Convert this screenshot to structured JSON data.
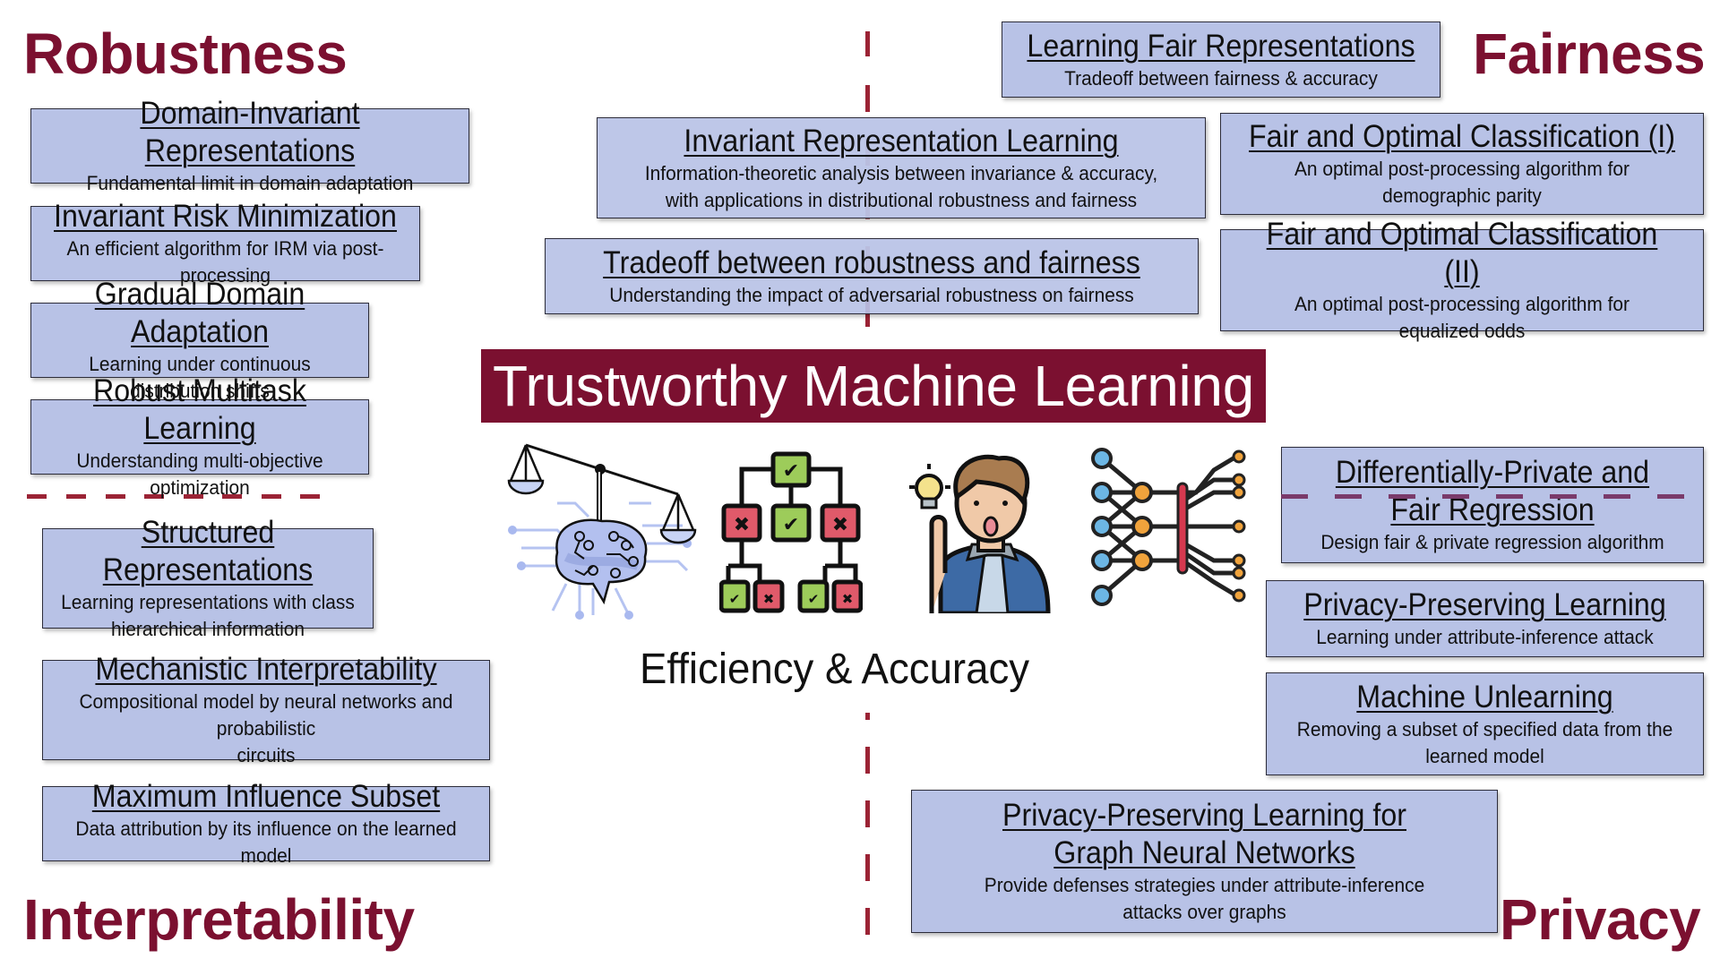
{
  "quadrants": {
    "robustness": "Robustness",
    "fairness": "Fairness",
    "interpretability": "Interpretability",
    "privacy": "Privacy"
  },
  "banner": "Trustworthy Machine Learning",
  "center_subtitle": "Efficiency & Accuracy",
  "center_icons": [
    "scales-brain-icon",
    "decision-tree-icon",
    "person-idea-icon",
    "neural-network-icon"
  ],
  "colors": {
    "accent": "#7b1030",
    "dash": "#9b2335",
    "card": "#b8c2e6"
  },
  "cards": {
    "domain_invariant": {
      "title": "Domain-Invariant Representations",
      "subtitle": "Fundamental limit in domain adaptation"
    },
    "irm": {
      "title": "Invariant Risk Minimization",
      "subtitle": "An efficient algorithm for IRM via post-processing"
    },
    "gradual_da": {
      "title": "Gradual Domain Adaptation",
      "subtitle": "Learning under continuous distribution shifts"
    },
    "robust_multitask": {
      "title": "Robust Multitask Learning",
      "subtitle": "Understanding multi-objective optimization"
    },
    "structured_rep": {
      "title": "Structured Representations",
      "subtitle_lines": [
        "Learning representations with class",
        "hierarchical information"
      ]
    },
    "mech_interp": {
      "title": "Mechanistic Interpretability",
      "subtitle_lines": [
        "Compositional model by neural networks and probabilistic",
        "circuits"
      ]
    },
    "max_influence": {
      "title": "Maximum Influence Subset",
      "subtitle": "Data attribution by its influence on the learned model"
    },
    "invariant_rep_learning": {
      "title": "Invariant Representation Learning",
      "subtitle_lines": [
        "Information-theoretic analysis between invariance & accuracy,",
        "with applications in distributional robustness and fairness"
      ]
    },
    "tradeoff_rob_fair": {
      "title": "Tradeoff between robustness and fairness",
      "subtitle": "Understanding the impact of adversarial robustness on fairness"
    },
    "learning_fair_rep": {
      "title": "Learning Fair Representations",
      "subtitle": "Tradeoff between fairness & accuracy"
    },
    "fair_opt_1": {
      "title": "Fair and Optimal Classification (I)",
      "subtitle_lines": [
        "An optimal post-processing algorithm for",
        "demographic parity"
      ]
    },
    "fair_opt_2": {
      "title": "Fair and Optimal Classification (II)",
      "subtitle_lines": [
        "An optimal post-processing algorithm for",
        "equalized odds"
      ]
    },
    "dp_fair_reg": {
      "title_lines": [
        "Differentially-Private and",
        "Fair Regression"
      ],
      "subtitle": "Design fair & private regression algorithm"
    },
    "privacy_preserving": {
      "title": "Privacy-Preserving Learning",
      "subtitle": "Learning under attribute-inference attack"
    },
    "unlearning": {
      "title": "Machine Unlearning",
      "subtitle_lines": [
        "Removing a subset of specified data from the",
        "learned model"
      ]
    },
    "ppl_gnn": {
      "title_lines": [
        "Privacy-Preserving Learning for",
        "Graph Neural Networks"
      ],
      "subtitle_lines": [
        "Provide defenses strategies under attribute-inference",
        "attacks over graphs"
      ]
    }
  }
}
